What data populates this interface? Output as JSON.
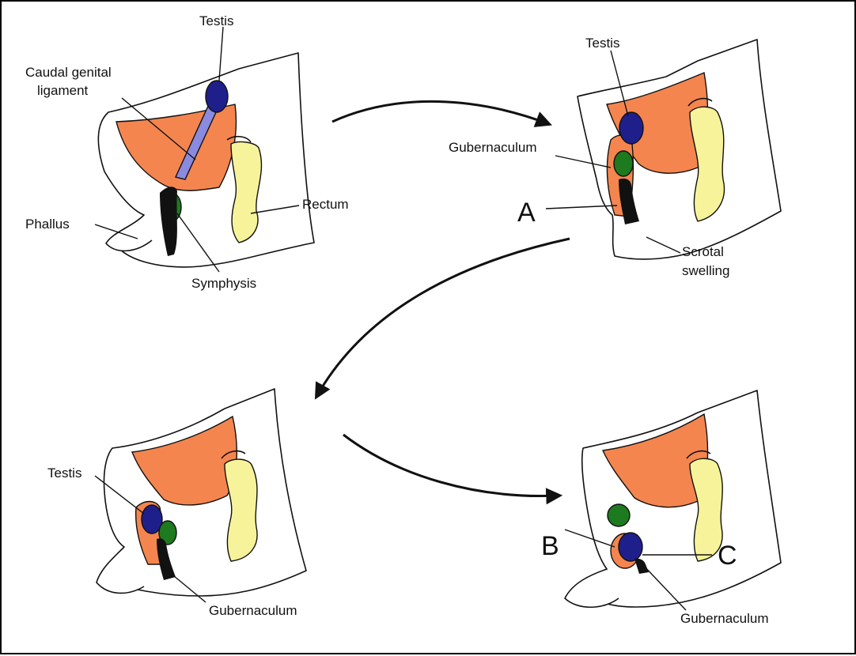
{
  "colors": {
    "bladder": "#F4854F",
    "testis": "#1F1F8C",
    "symphysis": "#1E7A1E",
    "rectum": "#F7F39A",
    "ligament": "#8A8AE0",
    "outline": "#111111"
  },
  "panels": [
    {
      "stage": 1,
      "labels": {
        "testis": "Testis",
        "caudal_genital_ligament_1": "Caudal genital",
        "caudal_genital_ligament_2": "ligament",
        "phallus": "Phallus",
        "rectum": "Rectum",
        "symphysis": "Symphysis"
      }
    },
    {
      "stage": 2,
      "labels": {
        "testis": "Testis",
        "gubernaculum": "Gubernaculum",
        "letter_a": "A",
        "scrotal_swelling_1": "Scrotal",
        "scrotal_swelling_2": "swelling"
      }
    },
    {
      "stage": 3,
      "labels": {
        "testis": "Testis",
        "gubernaculum": "Gubernaculum"
      }
    },
    {
      "stage": 4,
      "labels": {
        "letter_b": "B",
        "letter_c": "C",
        "gubernaculum": "Gubernaculum"
      }
    }
  ]
}
